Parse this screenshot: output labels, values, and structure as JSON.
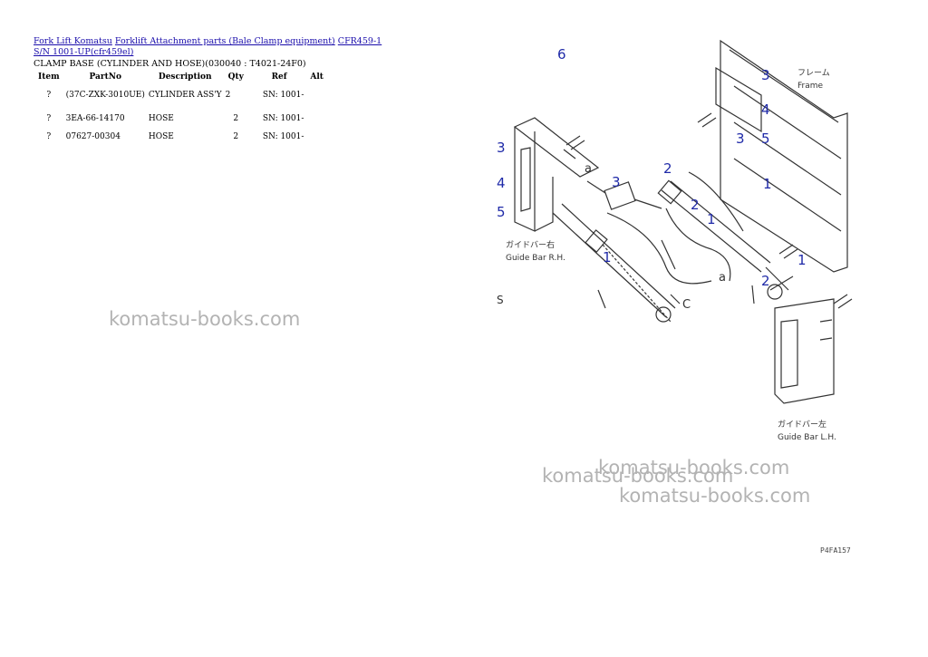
{
  "breadcrumb": {
    "links": [
      "Fork Lift Komatsu",
      "Forklift Attachment parts (Bale Clamp equipment)",
      "CFR459-1 S/N 1001-UP(cfr459el)"
    ]
  },
  "subtitle": "CLAMP BASE (CYLINDER AND HOSE)(030040 : T4021-24F0)",
  "table": {
    "headers": [
      "Item",
      "PartNo",
      "Description",
      "Qty",
      "Ref",
      "Alt"
    ],
    "rows": [
      {
        "item": "?",
        "partno": "(37C-ZXK-3010UE)",
        "description": "CYLINDER ASS'Y",
        "qty": "2",
        "ref": "SN: 1001-",
        "alt": ""
      },
      {
        "item": "?",
        "partno": "3EA-66-14170",
        "description": "HOSE",
        "qty": "2",
        "ref": "SN: 1001-",
        "alt": ""
      },
      {
        "item": "?",
        "partno": "07627-00304",
        "description": "HOSE",
        "qty": "2",
        "ref": "SN: 1001-",
        "alt": ""
      }
    ]
  },
  "watermarks": [
    "komatsu-books.com",
    "komatsu-books.com",
    "komatsu-books.com",
    "komatsu-books.com"
  ],
  "drawing": {
    "callouts": [
      "6",
      "3",
      "4",
      "3",
      "5",
      "3",
      "4",
      "5",
      "3",
      "2",
      "2",
      "1",
      "1",
      "1",
      "2",
      "1"
    ],
    "labels": {
      "frame_jp": "フレーム",
      "frame_en": "Frame",
      "guide_rh_jp": "ガイドバー右",
      "guide_rh_en": "Guide Bar R.H.",
      "guide_lh_jp": "ガイドバー左",
      "guide_lh_en": "Guide Bar L.H.",
      "mark_a1": "a",
      "mark_a2": "a",
      "mark_c": "C",
      "mark_s": "S",
      "drawing_no": "P4FA157"
    }
  }
}
